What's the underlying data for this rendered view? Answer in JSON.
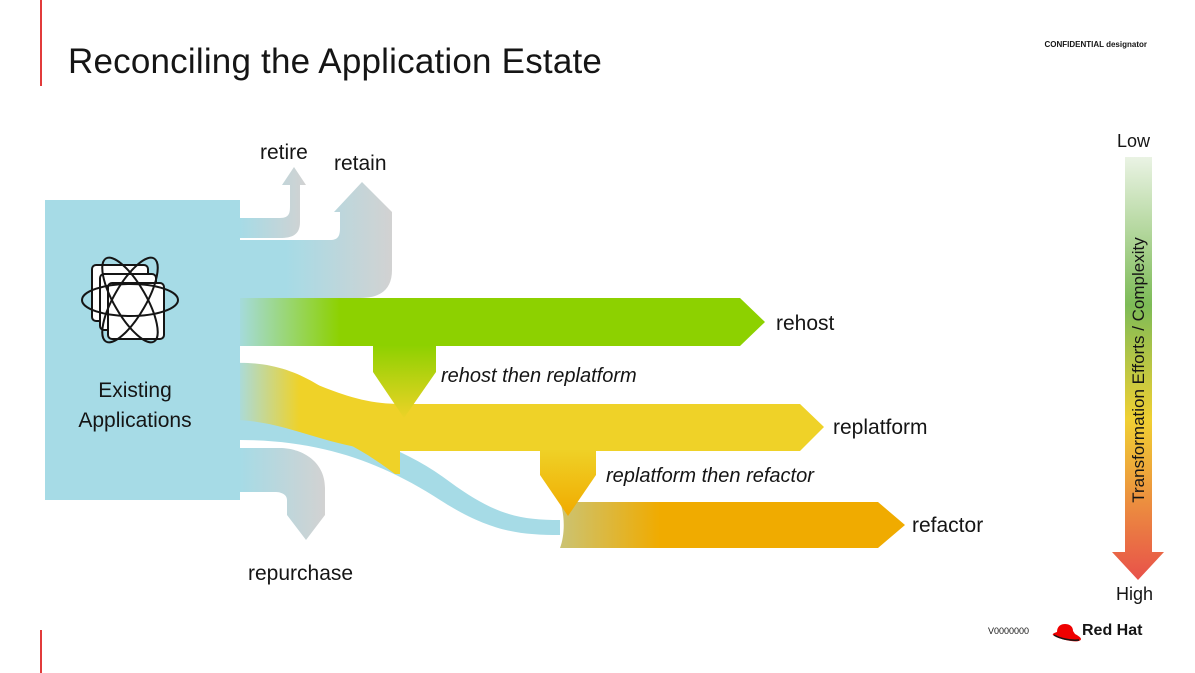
{
  "title": "Reconciling the Application Estate",
  "confidential": "CONFIDENTIAL designator",
  "source": {
    "line1": "Existing",
    "line2": "Applications",
    "icon": "stacked-apps-orbit-icon"
  },
  "paths": {
    "retire": "retire",
    "retain": "retain",
    "rehost": "rehost",
    "rehost_then_replatform": "rehost then replatform",
    "replatform": "replatform",
    "replatform_then_refactor": "replatform then refactor",
    "refactor": "refactor",
    "repurchase": "repurchase"
  },
  "scale": {
    "low": "Low",
    "high": "High",
    "title": "Transformation  Efforts / Complexity"
  },
  "footer": {
    "id": "V0000000",
    "brand": "Red Hat",
    "brand_icon": "red-hat-fedora-icon"
  },
  "colors": {
    "source": "#a6dbe6",
    "rehost": "#8dd100",
    "replatform": "#efd228",
    "refactor": "#f0ab00",
    "neutral": "#d2d2d2",
    "accent": "#e23b3b"
  }
}
